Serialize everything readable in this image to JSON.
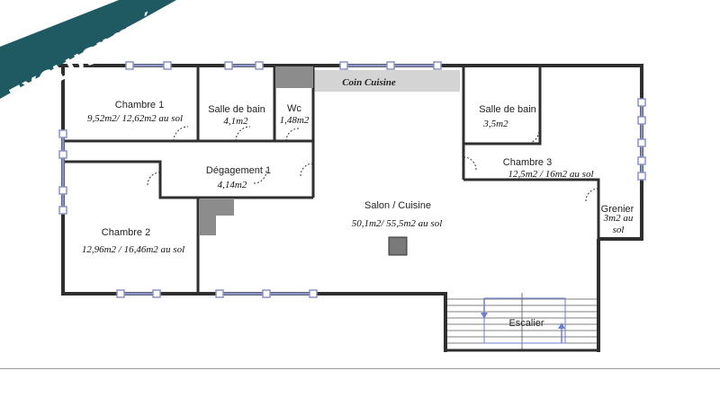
{
  "banner": {
    "text": "EXCLUSIVITÉ",
    "color": "#1f5a63"
  },
  "kitchen_strip": {
    "label": "Coin Cuisine"
  },
  "rooms": {
    "chambre1": {
      "name": "Chambre 1",
      "area": "9,52m2/ 12,62m2 au sol"
    },
    "sdb1": {
      "name": "Salle de bain",
      "area": "4,1m2"
    },
    "wc": {
      "name": "Wc",
      "area": "1,48m2"
    },
    "degagement": {
      "name": "Dégagement 1",
      "area": "4,14m2"
    },
    "chambre2": {
      "name": "Chambre 2",
      "area": "12,96m2 / 16,46m2 au sol"
    },
    "salon": {
      "name": "Salon / Cuisine",
      "area": "50,1m2/ 55,5m2 au sol"
    },
    "sdb2": {
      "name": "Salle de bain",
      "area": "3,5m2"
    },
    "chambre3": {
      "name": "Chambre 3",
      "area": "12,5m2 / 16m2 au sol"
    },
    "grenier": {
      "name": "Grenier",
      "area_line1": "3m2 au",
      "area_line2": "sol"
    },
    "escalier": {
      "name": "Escalier"
    }
  },
  "colors": {
    "wall": "#2f2f2f",
    "window": "#8a93c4",
    "kitchen": "#d4d4d4",
    "column": "#8c8c8c",
    "door": "#2f2f2f"
  }
}
